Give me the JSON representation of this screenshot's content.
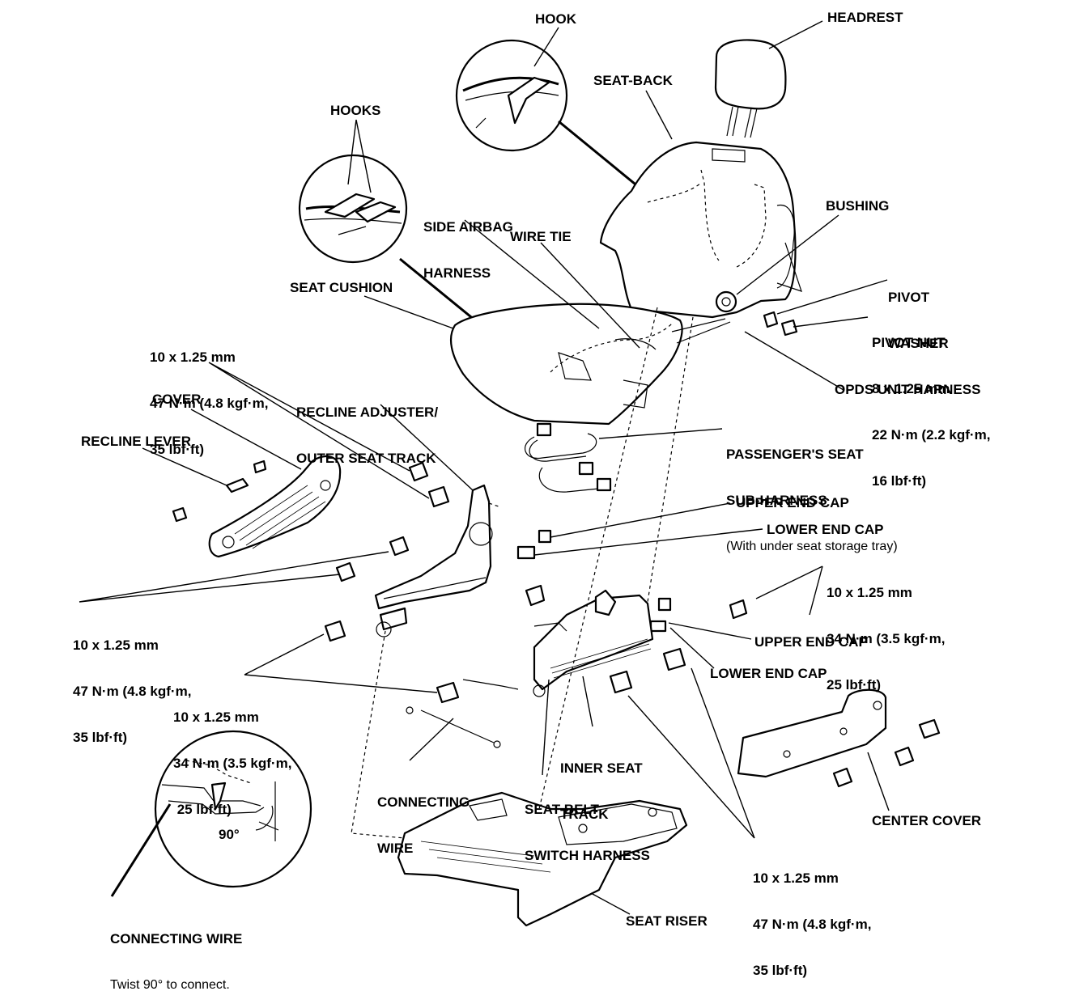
{
  "labels": {
    "hook": "HOOK",
    "headrest": "HEADREST",
    "seat_back": "SEAT-BACK",
    "hooks": "HOOKS",
    "side_airbag_harness": [
      "SIDE AIRBAG",
      "HARNESS"
    ],
    "wire_tie": "WIRE TIE",
    "bushing": "BUSHING",
    "seat_cushion": "SEAT CUSHION",
    "pivot_washer": [
      "PIVOT",
      "WASHER"
    ],
    "pivot_nut": [
      "PIVOT NUT",
      "8 x 1.25 mm",
      "22 N·m (2.2 kgf·m,",
      "16 lbf·ft)"
    ],
    "torque_top_left": [
      "10 x 1.25 mm",
      "47 N·m (4.8 kgf·m,",
      "35 lbf·ft)"
    ],
    "recline_adjuster": [
      "RECLINE ADJUSTER/",
      "OUTER SEAT TRACK"
    ],
    "opds_unit_harness": "OPDS UNIT HARNESS",
    "cover": "COVER",
    "recline_lever": "RECLINE LEVER",
    "passenger_sub_harness": [
      "PASSENGER'S SEAT",
      "SUB-HARNESS"
    ],
    "passenger_sub_harness_note": "(With under seat storage tray)",
    "upper_end_cap_1": "UPPER END CAP",
    "lower_end_cap_1": "LOWER END CAP",
    "torque_right_34": [
      "10 x 1.25 mm",
      "34 N·m (3.5 kgf·m,",
      "25 lbf·ft)"
    ],
    "torque_left_47": [
      "10 x 1.25 mm",
      "47 N·m (4.8 kgf·m,",
      "35 lbf·ft)"
    ],
    "upper_end_cap_2": "UPPER END CAP",
    "lower_end_cap_2": "LOWER END CAP",
    "torque_mid_34": [
      "10 x 1.25 mm",
      "34 N·m (3.5 kgf·m,",
      " 25 lbf·ft)"
    ],
    "inner_seat_track": [
      "INNER SEAT",
      "TRACK"
    ],
    "connecting_wire": [
      "CONNECTING",
      "WIRE"
    ],
    "seat_belt_switch_harness": [
      "SEAT BELT",
      "SWITCH HARNESS"
    ],
    "center_cover": "CENTER COVER",
    "torque_bottom_right": [
      "10 x 1.25 mm",
      "47 N·m (4.8 kgf·m,",
      "35 lbf·ft)"
    ],
    "angle": "90°",
    "connecting_wire_detail": "CONNECTING WIRE",
    "connecting_wire_note": "Twist 90° to connect.",
    "seat_riser": "SEAT RISER"
  }
}
